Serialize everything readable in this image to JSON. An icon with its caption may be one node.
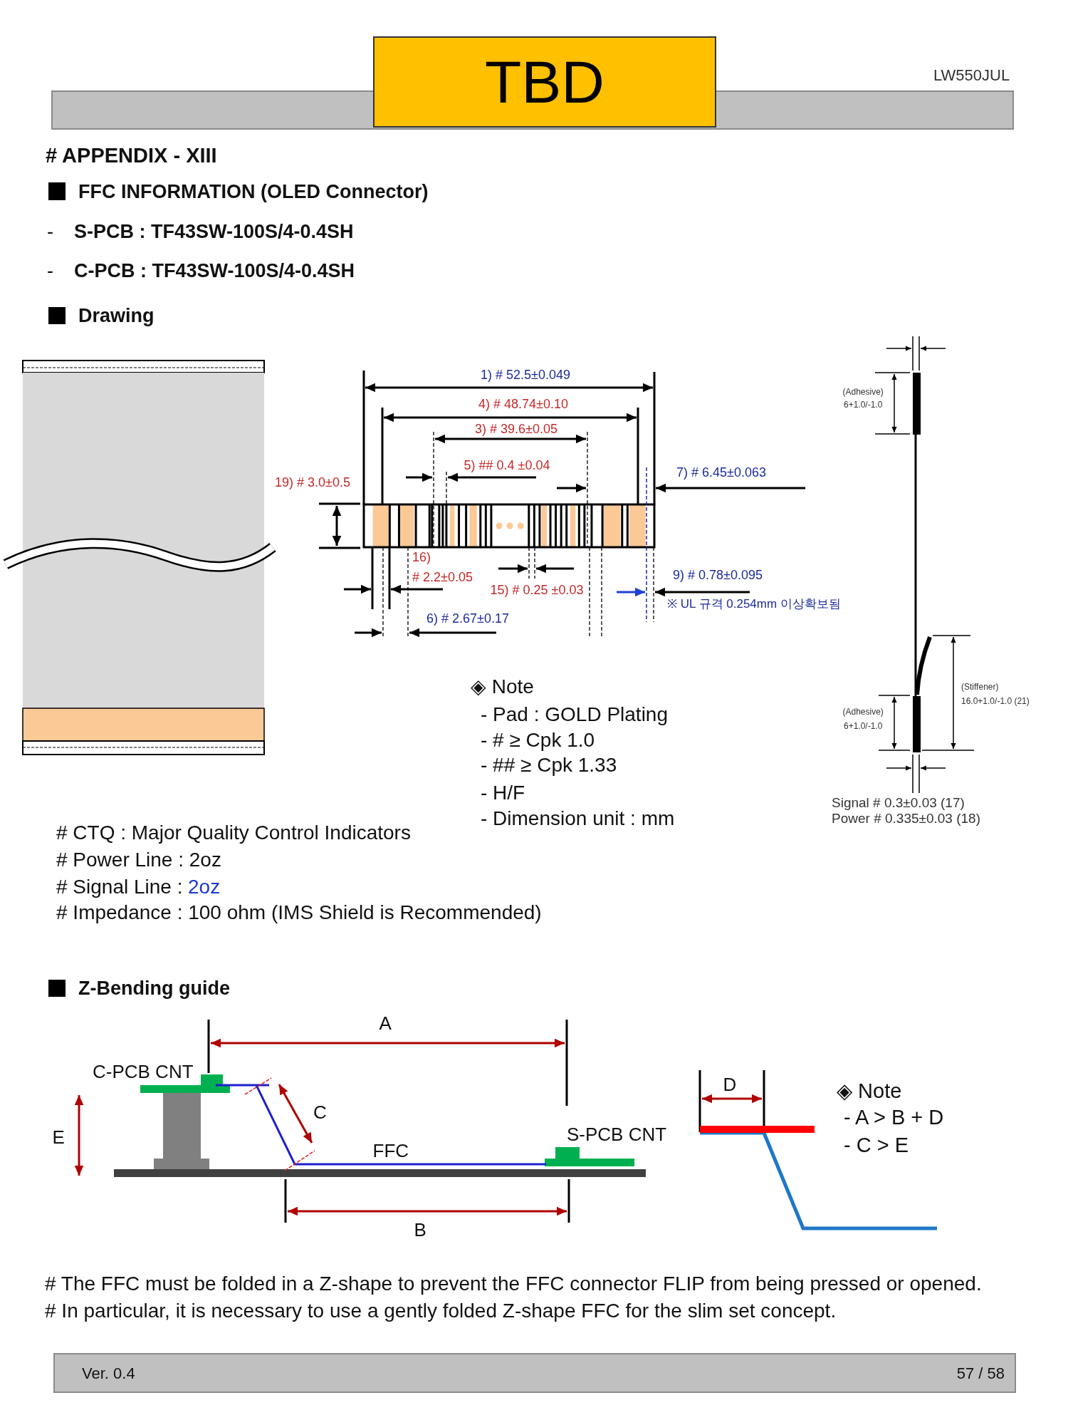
{
  "diagram": {
    "nodes": [
      {
        "text": [
          "TBD"
        ]
      },
      {
        "text": [
          "Ver. 0.4",
          "57 / 58"
        ]
      }
    ],
    "labels": [
      "LW550JUL",
      "# APPENDIX - XIII",
      "FFC INFORMATION  (OLED Connector)",
      "-",
      "S-PCB : TF43SW-100S/4-0.4SH",
      "-",
      "C-PCB : TF43SW-100S/4-0.4SH",
      "Drawing",
      "1) # 52.5±0.049",
      "4) # 48.74±0.10",
      "3) # 39.6±0.05",
      "5) ## 0.4 ±0.04",
      "19) # 3.0±0.5",
      "7) # 6.45±0.063",
      "16)",
      "# 2.2±0.05",
      "15) # 0.25 ±0.03",
      "9) # 0.78±0.095",
      "※ UL 규격 0.254mm 이상확보됨",
      "6) # 2.67±0.17",
      "(Adhesive)",
      "6+1.0/-1.0",
      "(Stiffener)",
      "16.0+1.0/-1.0 (21)",
      "(Adhesive)",
      "6+1.0/-1.0",
      "◈ Note",
      "- Pad : GOLD Plating",
      "- # ≥ Cpk 1.0",
      "- ## ≥ Cpk 1.33",
      "- H/F",
      "- Dimension unit : mm",
      "Signal # 0.3±0.03 (17)",
      "Power # 0.335±0.03 (18)",
      "# CTQ  : Major Quality Control Indicators",
      "# Power Line : 2oz",
      "# Signal Line :",
      "2oz",
      "# Impedance : 100 ohm (IMS Shield is Recommended)",
      "Z-Bending guide",
      "A",
      "C-PCB CNT",
      "C",
      "E",
      "FFC",
      "S-PCB CNT",
      "B",
      "D",
      "◈ Note",
      "- A > B + D",
      "- C > E",
      "# The FFC must be folded in a Z-shape to prevent the FFC connector FLIP from being pressed or opened.",
      "# In particular, it is necessary to use a gently folded Z-shape FFC for the slim set concept."
    ]
  }
}
